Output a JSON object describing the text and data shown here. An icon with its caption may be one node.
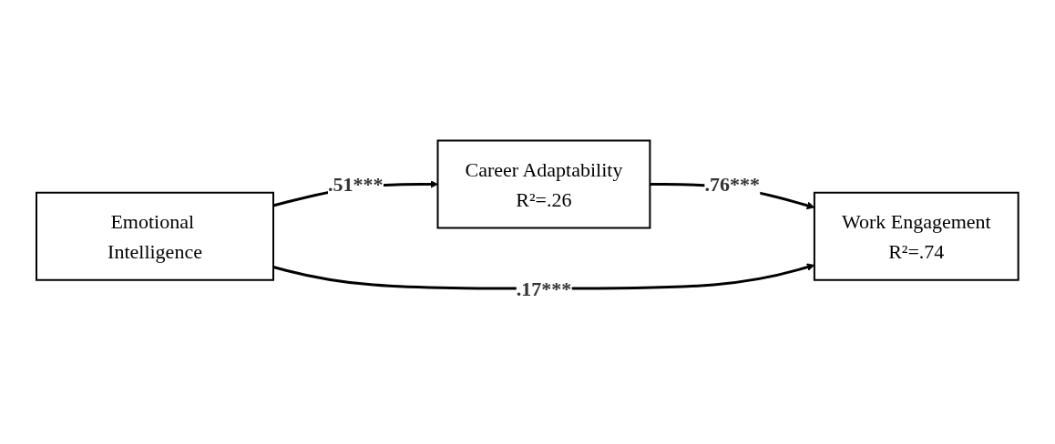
{
  "diagram": {
    "nodes": [
      {
        "text": [
          "Career Adaptability",
          "R²=.26"
        ]
      },
      {
        "text": [
          "Emotional Intelligence"
        ]
      },
      {
        "text": [
          "Work Engagement",
          "R²=.74"
        ]
      }
    ],
    "edges": [
      {
        "from": 1,
        "to": 0,
        "arrow": "to",
        "label": ".51***"
      },
      {
        "from": 0,
        "to": 2,
        "arrow": "to",
        "label": ".76***"
      },
      {
        "from": 1,
        "to": 2,
        "arrow": "to",
        "label": ".17***"
      }
    ]
  }
}
